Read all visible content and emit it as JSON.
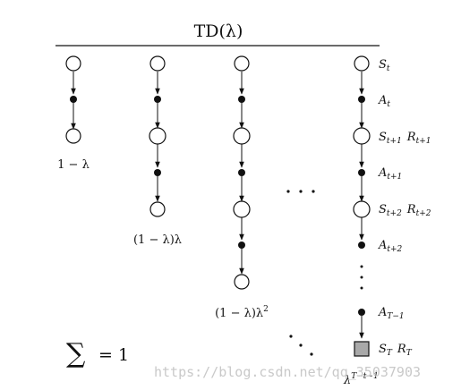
{
  "title": "TD(λ)",
  "columns": [
    {
      "weight": "1 − λ"
    },
    {
      "weight": "(1 − λ)λ"
    },
    {
      "weight_base": "(1 − λ)λ",
      "weight_exp": "2"
    },
    {
      "weight_base": "λ",
      "weight_exp": "T−t−1"
    }
  ],
  "labels": {
    "s_t": {
      "main": "S",
      "sub": "t"
    },
    "a_t": {
      "main": "A",
      "sub": "t"
    },
    "s_t1": {
      "main": "S",
      "sub": "t+1",
      "main2": "R",
      "sub2": "t+1"
    },
    "a_t1": {
      "main": "A",
      "sub": "t+1"
    },
    "s_t2": {
      "main": "S",
      "sub": "t+2",
      "main2": "R",
      "sub2": "t+2"
    },
    "a_t2": {
      "main": "A",
      "sub": "t+2"
    },
    "a_T1": {
      "main": "A",
      "sub": "T−1"
    },
    "s_T": {
      "main": "S",
      "sub": "T",
      "main2": "R",
      "sub2": "T"
    }
  },
  "sum": {
    "symbol": "∑",
    "rest": "= 1"
  },
  "watermark": "https://blog.csdn.net/qq_35037903",
  "colors": {
    "ink": "#111111",
    "terminal_fill": "#a9a9a9",
    "watermark": "#c9c9c9"
  }
}
